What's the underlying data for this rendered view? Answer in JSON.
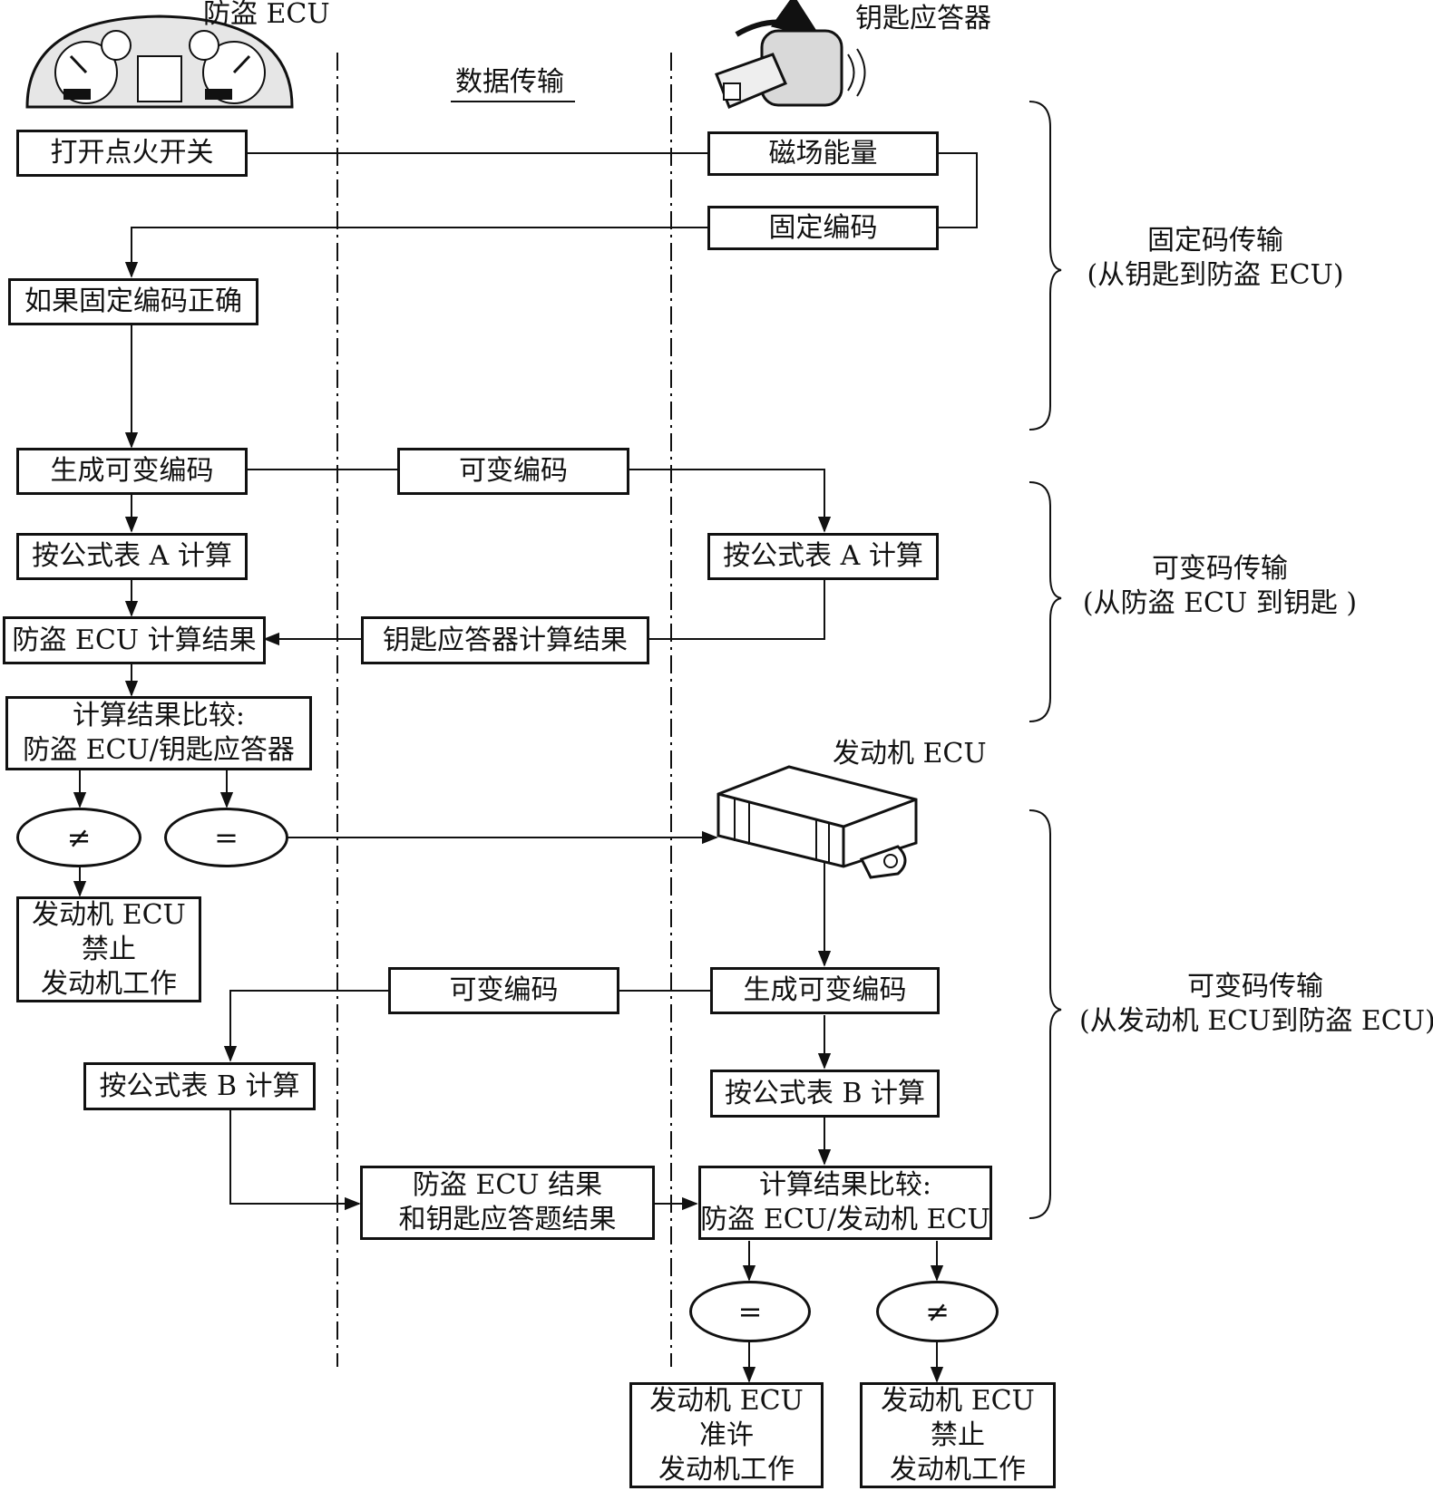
{
  "columns": {
    "anti_theft_ecu": "防盗 ECU",
    "data_transfer": "数据传输",
    "key_transponder": "钥匙应答器",
    "engine_ecu": "发动机 ECU"
  },
  "section1": {
    "ignition_on": "打开点火开关",
    "magnetic_energy": "磁场能量",
    "fixed_code": "固定编码",
    "if_fixed_code_correct": "如果固定编码正确",
    "brace_title": "固定码传输",
    "brace_subtitle": "(从钥匙到防盗 ECU)"
  },
  "section2": {
    "generate_variable_code": "生成可变编码",
    "variable_code": "可变编码",
    "calc_table_a_ecu": "按公式表 A 计算",
    "calc_table_a_key": "按公式表 A 计算",
    "ecu_result": "防盗 ECU 计算结果",
    "key_result": "钥匙应答器计算结果",
    "compare_line1": "计算结果比较:",
    "compare_line2": "防盗 ECU/钥匙应答器",
    "not_equal": "≠",
    "equal": "=",
    "deny_line1": "发动机 ECU",
    "deny_line2": "禁止",
    "deny_line3": "发动机工作",
    "brace_title": "可变码传输",
    "brace_subtitle": "(从防盗 ECU 到钥匙 )"
  },
  "section3": {
    "variable_code": "可变编码",
    "generate_variable_code": "生成可变编码",
    "calc_table_b_ecu": "按公式表 B 计算",
    "calc_table_b_engine": "按公式表 B 计算",
    "results_line1": "防盗 ECU 结果",
    "results_line2": "和钥匙应答题结果",
    "compare_line1": "计算结果比较:",
    "compare_line2": "防盗 ECU/发动机 ECU",
    "equal": "=",
    "not_equal": "≠",
    "allow_line1": "发动机 ECU",
    "allow_line2": "准许",
    "allow_line3": "发动机工作",
    "deny_line1": "发动机 ECU",
    "deny_line2": "禁止",
    "deny_line3": "发动机工作",
    "brace_title": "可变码传输",
    "brace_subtitle": "(从发动机 ECU到防盗 ECU)"
  }
}
